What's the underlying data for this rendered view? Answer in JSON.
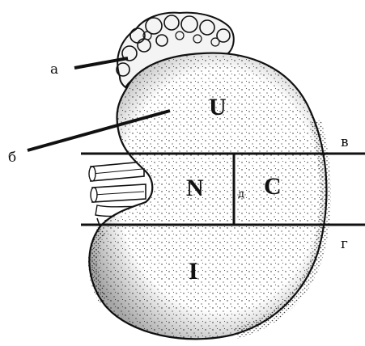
{
  "labels": {
    "a": "а",
    "b": "б",
    "v": "в",
    "g": "г",
    "d": "д"
  },
  "zones": {
    "upper": "U",
    "nephron": "N",
    "cortex": "C",
    "lower": "I"
  },
  "colors": {
    "ink": "#111111",
    "paper": "#ffffff"
  }
}
